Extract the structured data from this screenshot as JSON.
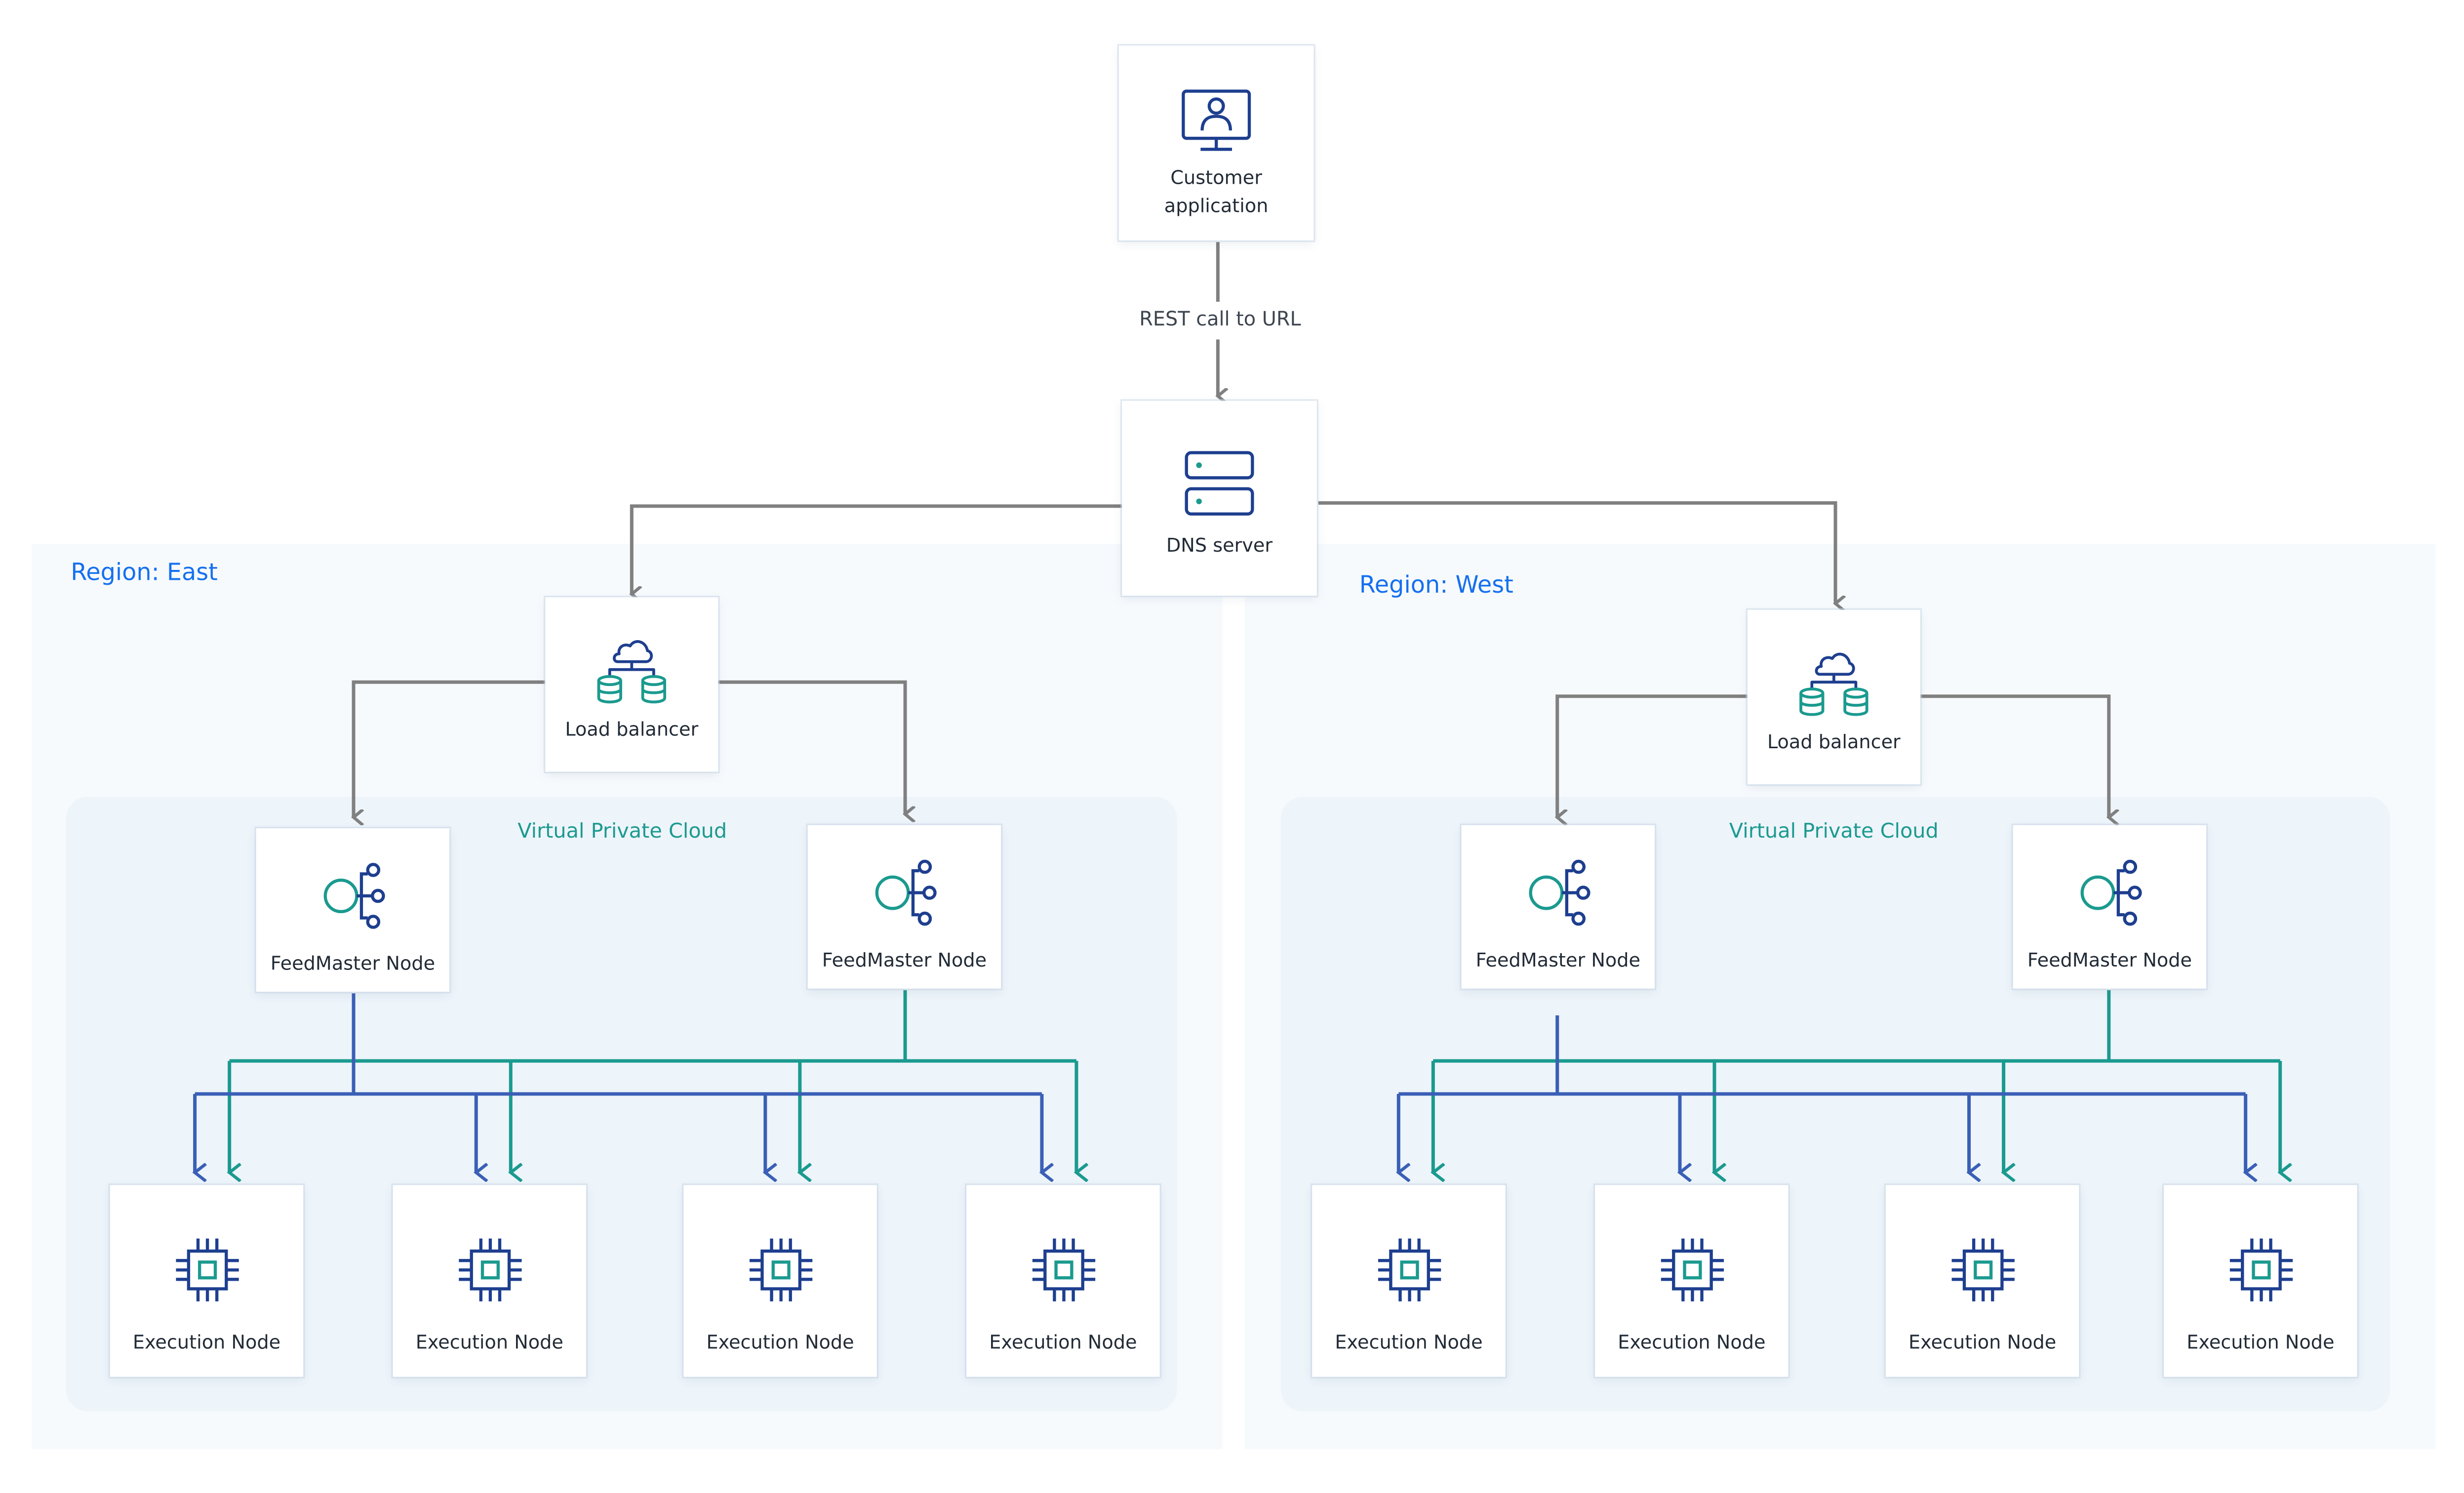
{
  "colors": {
    "gray_arrow": "#808080",
    "feedmaster_link_east": "#3a5fb6",
    "feedmaster_link_west": "#1b9a8f",
    "region_label": "#1570ef",
    "vpc_label": "#1b9a8f",
    "icon_navy": "#1e3f8f",
    "icon_teal": "#1b9a8f"
  },
  "customer_app": {
    "label_line1": "Customer",
    "label_line2": "application",
    "icon": "monitor-user-icon"
  },
  "edge_rest": {
    "label": "REST call to URL"
  },
  "dns": {
    "label": "DNS server",
    "icon": "server-icon"
  },
  "regions": [
    {
      "label": "Region: East",
      "load_balancer": {
        "label": "Load balancer",
        "icon": "cloud-database-icon"
      },
      "vpc_label": "Virtual Private Cloud",
      "feedmasters": [
        {
          "label": "FeedMaster Node",
          "icon": "network-node-icon"
        },
        {
          "label": "FeedMaster Node",
          "icon": "network-node-icon"
        }
      ],
      "execution_nodes": [
        {
          "label": "Execution Node",
          "icon": "chip-icon"
        },
        {
          "label": "Execution Node",
          "icon": "chip-icon"
        },
        {
          "label": "Execution Node",
          "icon": "chip-icon"
        },
        {
          "label": "Execution Node",
          "icon": "chip-icon"
        }
      ]
    },
    {
      "label": "Region: West",
      "load_balancer": {
        "label": "Load balancer",
        "icon": "cloud-database-icon"
      },
      "vpc_label": "Virtual Private Cloud",
      "feedmasters": [
        {
          "label": "FeedMaster Node",
          "icon": "network-node-icon"
        },
        {
          "label": "FeedMaster Node",
          "icon": "network-node-icon"
        }
      ],
      "execution_nodes": [
        {
          "label": "Execution Node",
          "icon": "chip-icon"
        },
        {
          "label": "Execution Node",
          "icon": "chip-icon"
        },
        {
          "label": "Execution Node",
          "icon": "chip-icon"
        },
        {
          "label": "Execution Node",
          "icon": "chip-icon"
        }
      ]
    }
  ]
}
